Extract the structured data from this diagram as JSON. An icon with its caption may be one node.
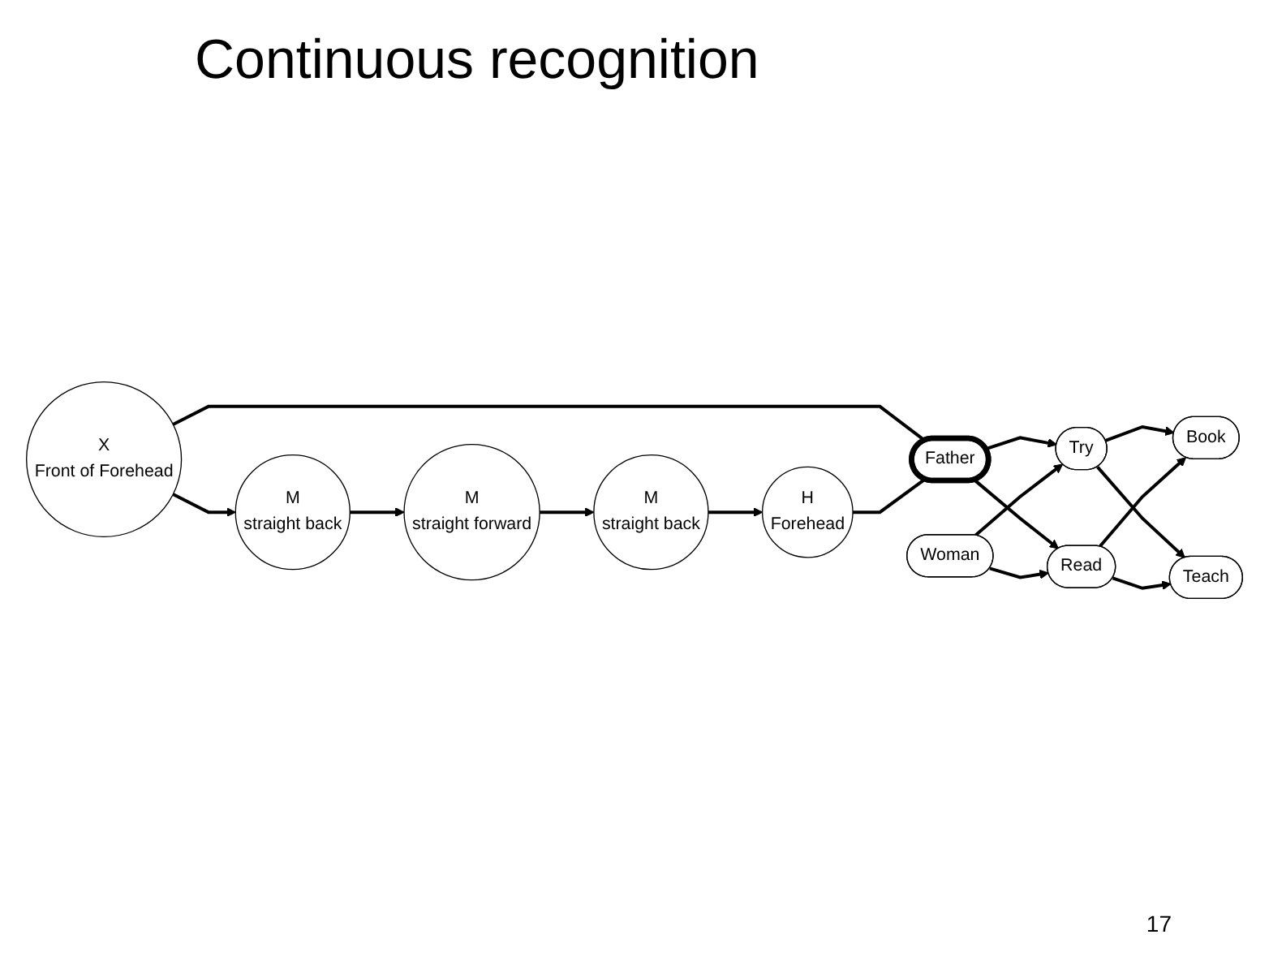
{
  "diagram": {
    "title": "Continuous recognition",
    "nodes": [
      {
        "text": [
          "X",
          "Front of Forehead"
        ]
      },
      {
        "text": [
          "M",
          "straight back"
        ]
      },
      {
        "text": [
          "M",
          "straight forward"
        ]
      },
      {
        "text": [
          "M",
          "straight back"
        ]
      },
      {
        "text": [
          "H",
          "Forehead"
        ]
      },
      {
        "text": [
          "Father"
        ]
      },
      {
        "text": [
          "Try"
        ]
      },
      {
        "text": [
          "Book"
        ]
      },
      {
        "text": [
          "Woman"
        ]
      },
      {
        "text": [
          "Read"
        ]
      },
      {
        "text": [
          "Teach"
        ]
      }
    ],
    "edges": [
      {
        "from": 0,
        "to": 1,
        "arrow": "to"
      },
      {
        "from": 1,
        "to": 2,
        "arrow": "to"
      },
      {
        "from": 2,
        "to": 3,
        "arrow": "to"
      },
      {
        "from": 3,
        "to": 4,
        "arrow": "to"
      },
      {
        "from": 0,
        "to": 5,
        "arrow": "none"
      },
      {
        "from": 4,
        "to": 5,
        "arrow": "none"
      },
      {
        "from": 5,
        "to": 6,
        "arrow": "to"
      },
      {
        "from": 5,
        "to": 9,
        "arrow": "to"
      },
      {
        "from": 8,
        "to": 6,
        "arrow": "to"
      },
      {
        "from": 8,
        "to": 9,
        "arrow": "to"
      },
      {
        "from": 6,
        "to": 7,
        "arrow": "to"
      },
      {
        "from": 6,
        "to": 10,
        "arrow": "to"
      },
      {
        "from": 9,
        "to": 7,
        "arrow": "to"
      },
      {
        "from": 9,
        "to": 10,
        "arrow": "to"
      }
    ],
    "labels": [
      "17"
    ]
  }
}
